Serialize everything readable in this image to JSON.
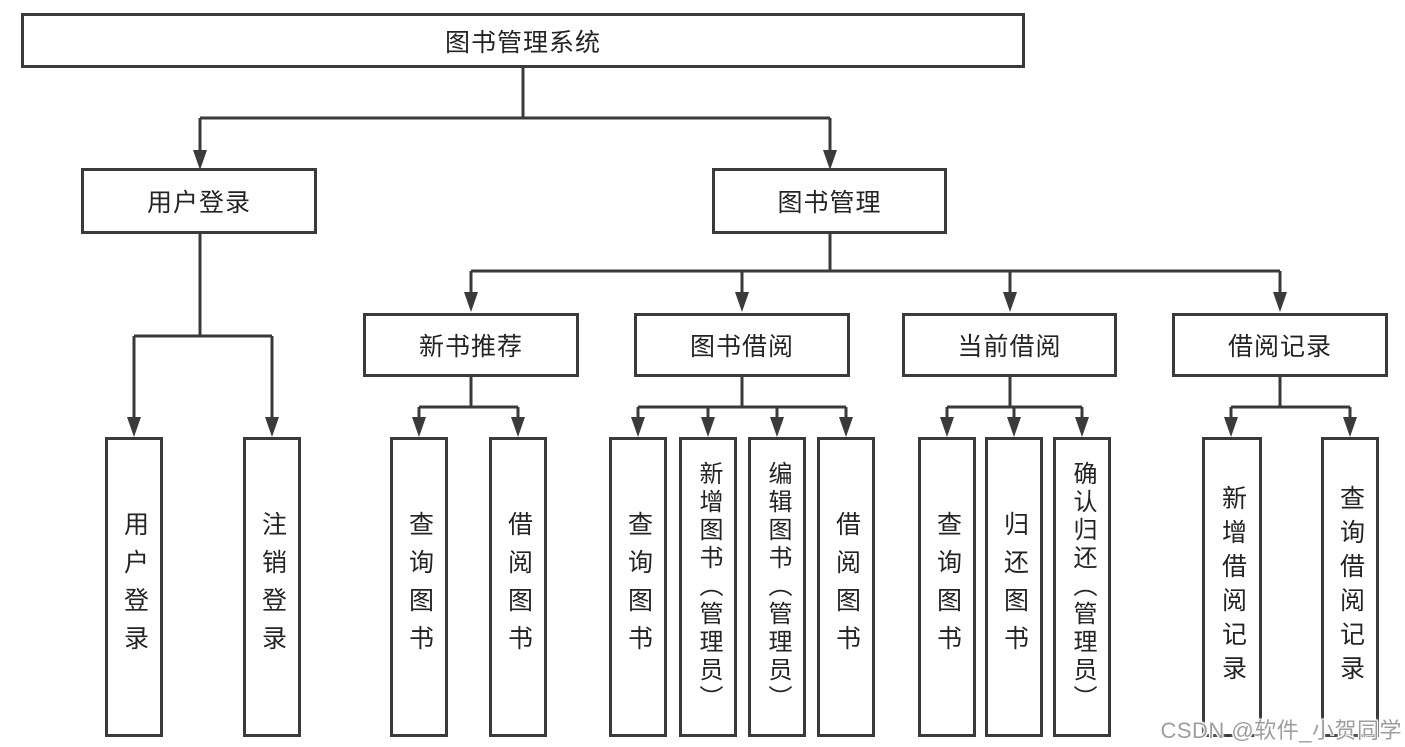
{
  "root": {
    "label": "图书管理系统"
  },
  "branches": [
    {
      "label": "用户登录",
      "children": [
        {
          "label": "用户登录"
        },
        {
          "label": "注销登录"
        }
      ]
    },
    {
      "label": "图书管理",
      "children": [
        {
          "label": "新书推荐",
          "children": [
            {
              "label": "查询图书"
            },
            {
              "label": "借阅图书"
            }
          ]
        },
        {
          "label": "图书借阅",
          "children": [
            {
              "label": "查询图书"
            },
            {
              "label": "新增图书（管理员）"
            },
            {
              "label": "编辑图书（管理员）"
            },
            {
              "label": "借阅图书"
            }
          ]
        },
        {
          "label": "当前借阅",
          "children": [
            {
              "label": "查询图书"
            },
            {
              "label": "归还图书"
            },
            {
              "label": "确认归还（管理员）"
            }
          ]
        },
        {
          "label": "借阅记录",
          "children": [
            {
              "label": "新增借阅记录"
            },
            {
              "label": "查询借阅记录"
            }
          ]
        }
      ]
    }
  ],
  "watermark": {
    "label": "CSDN @软件_小贺同学"
  },
  "colors": {
    "line": "#3a3a3a",
    "text": "#242424",
    "watermark_gray": "#9e9e9e",
    "background": "#ffffff"
  }
}
